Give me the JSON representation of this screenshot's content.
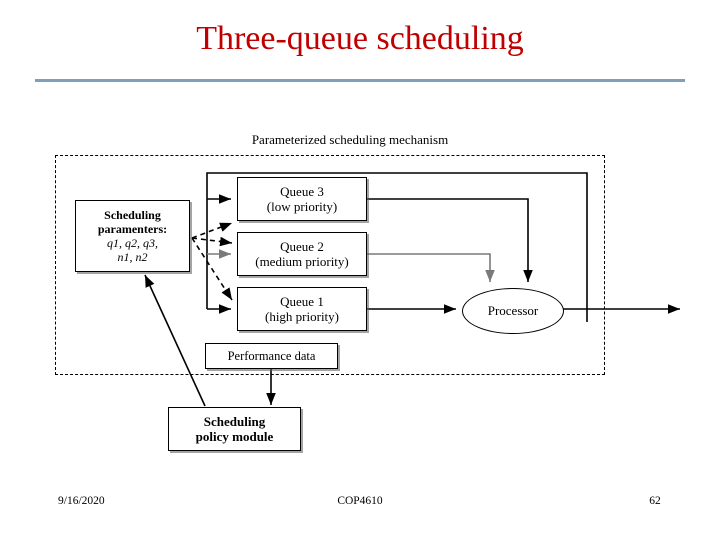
{
  "slide": {
    "title": "Three-queue scheduling",
    "accent_color": "#C00000",
    "rule_color": "#7FA0B8"
  },
  "diagram": {
    "mechanism_label": "Parameterized scheduling mechanism",
    "params_box": {
      "line1": "Scheduling",
      "line2": "paramenters:",
      "line3": "q1, q2, q3,",
      "line4": "n1, n2"
    },
    "queues": [
      {
        "name": "Queue 3",
        "priority": "(low priority)"
      },
      {
        "name": "Queue 2",
        "priority": "(medium priority)"
      },
      {
        "name": "Queue 1",
        "priority": "(high priority)"
      }
    ],
    "performance_box": "Performance data",
    "policy_box": {
      "line1": "Scheduling",
      "line2": "policy module"
    },
    "processor": "Processor"
  },
  "footer": {
    "date": "9/16/2020",
    "course": "COP4610",
    "page": "62"
  }
}
